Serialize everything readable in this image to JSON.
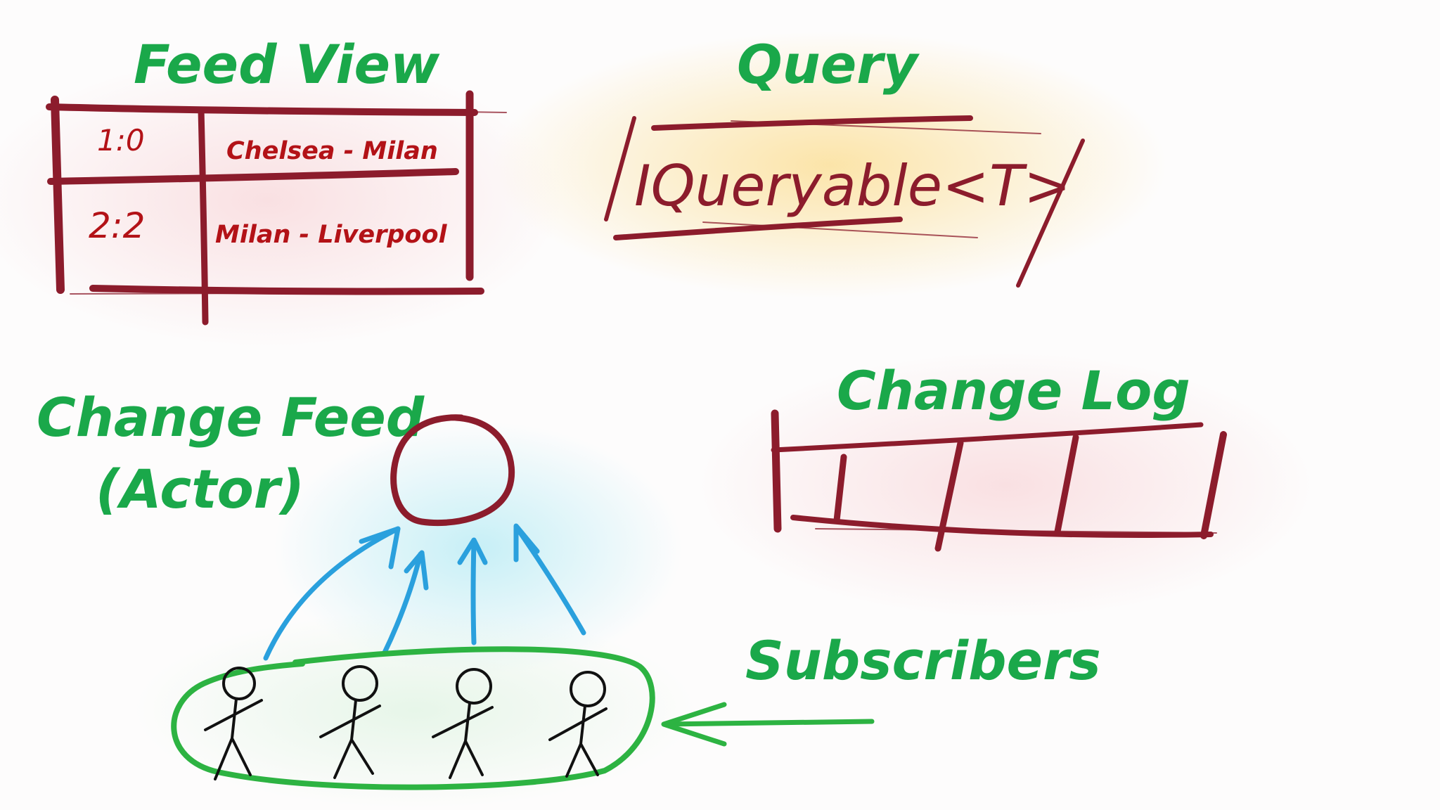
{
  "feed_view": {
    "title": "Feed View",
    "rows": [
      {
        "score": "1:0",
        "match": "Chelsea - Milan"
      },
      {
        "score": "2:2",
        "match": "Milan - Liverpool"
      }
    ]
  },
  "query": {
    "title": "Query",
    "code": "IQueryable<T>"
  },
  "change_log": {
    "title": "Change Log"
  },
  "change_feed": {
    "line1": "Change Feed",
    "line2": "(Actor)"
  },
  "subscribers": {
    "label": "Subscribers",
    "count": 4
  },
  "colors": {
    "label_green": "#1aa84a",
    "ink_maroon": "#8c1c2c",
    "value_red": "#b31217",
    "arrow_blue": "#2aa0dd",
    "subscriber_outline": "#2db342"
  }
}
